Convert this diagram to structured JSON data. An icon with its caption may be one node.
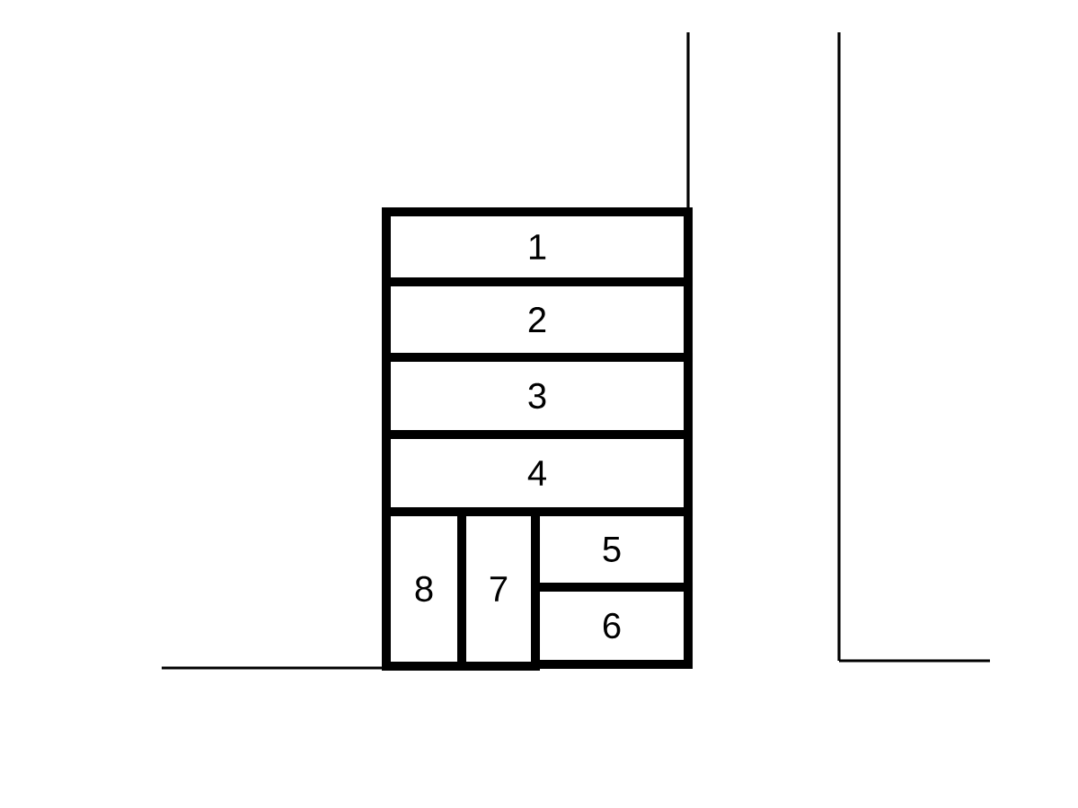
{
  "diagram": {
    "nodes": [
      {
        "text": [
          "1"
        ]
      },
      {
        "text": [
          "2"
        ]
      },
      {
        "text": [
          "3"
        ]
      },
      {
        "text": [
          "4"
        ]
      },
      {
        "text": [
          "8"
        ]
      },
      {
        "text": [
          "7"
        ]
      },
      {
        "text": [
          "5"
        ]
      },
      {
        "text": [
          "6"
        ]
      }
    ]
  }
}
